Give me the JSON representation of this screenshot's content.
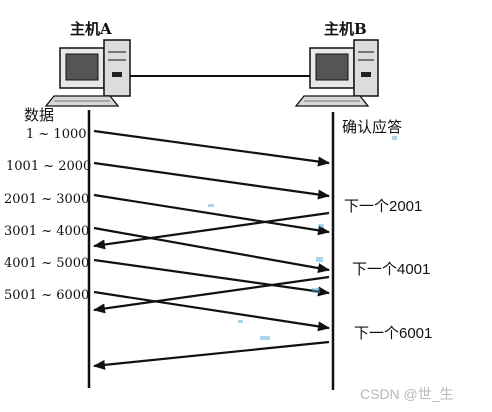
{
  "hosts": {
    "a": {
      "label": "主机A"
    },
    "b": {
      "label": "主机B"
    }
  },
  "labels": {
    "data_header": "数据",
    "ack_header": "确认应答"
  },
  "segments": [
    {
      "text": "1 ~ 1000"
    },
    {
      "text": "1001 ~ 2000"
    },
    {
      "text": "2001 ~ 3000"
    },
    {
      "text": "3001 ~ 4000"
    },
    {
      "text": "4001 ~ 5000"
    },
    {
      "text": "5001 ~ 6000"
    }
  ],
  "acks": [
    {
      "text": "下一个2001"
    },
    {
      "text": "下一个4001"
    },
    {
      "text": "下一个6001"
    }
  ],
  "watermark": "CSDN @世_生",
  "colors": {
    "line": "#111111",
    "accent": "#4aa3d8"
  }
}
